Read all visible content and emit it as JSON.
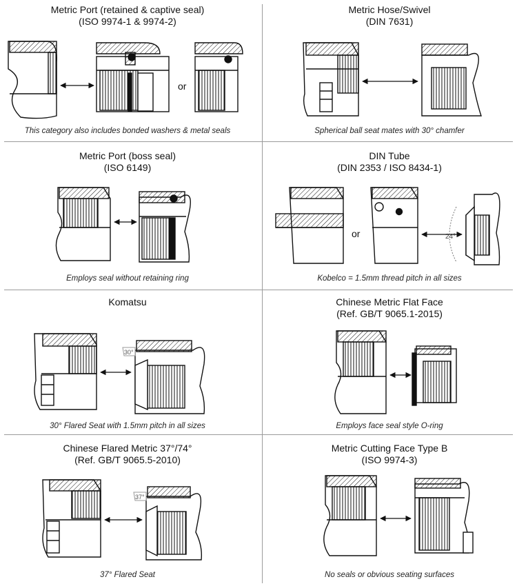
{
  "connectors": [
    {
      "title_line1": "Metric Port (retained & captive seal)",
      "title_line2": "(ISO 9974-1 & 9974-2)",
      "caption": "This category also includes bonded washers & metal seals",
      "inline_label": "or"
    },
    {
      "title_line1": "Metric Hose/Swivel",
      "title_line2": "(DIN 7631)",
      "caption": "Spherical ball seat mates with 30° chamfer"
    },
    {
      "title_line1": "Metric Port (boss seal)",
      "title_line2": "(ISO 6149)",
      "caption": "Employs seal without retaining ring"
    },
    {
      "title_line1": "DIN Tube",
      "title_line2": "(DIN 2353 / ISO 8434-1)",
      "caption": "Kobelco = 1.5mm thread pitch in all sizes",
      "inline_label": "or",
      "angle_label": "24°"
    },
    {
      "title_line1": "Komatsu",
      "title_line2": "",
      "caption": "30° Flared Seat with 1.5mm pitch in all sizes",
      "angle_label": "30°"
    },
    {
      "title_line1": "Chinese Metric Flat Face",
      "title_line2": "(Ref. GB/T 9065.1-2015)",
      "caption": "Employs face seal style O-ring"
    },
    {
      "title_line1": "Chinese Flared Metric 37°/74°",
      "title_line2": "(Ref. GB/T 9065.5-2010)",
      "caption": "37° Flared Seat",
      "angle_label": "37°"
    },
    {
      "title_line1": "Metric Cutting Face Type B",
      "title_line2": "(ISO 9974-3)",
      "caption": "No seals or obvious seating surfaces"
    }
  ]
}
